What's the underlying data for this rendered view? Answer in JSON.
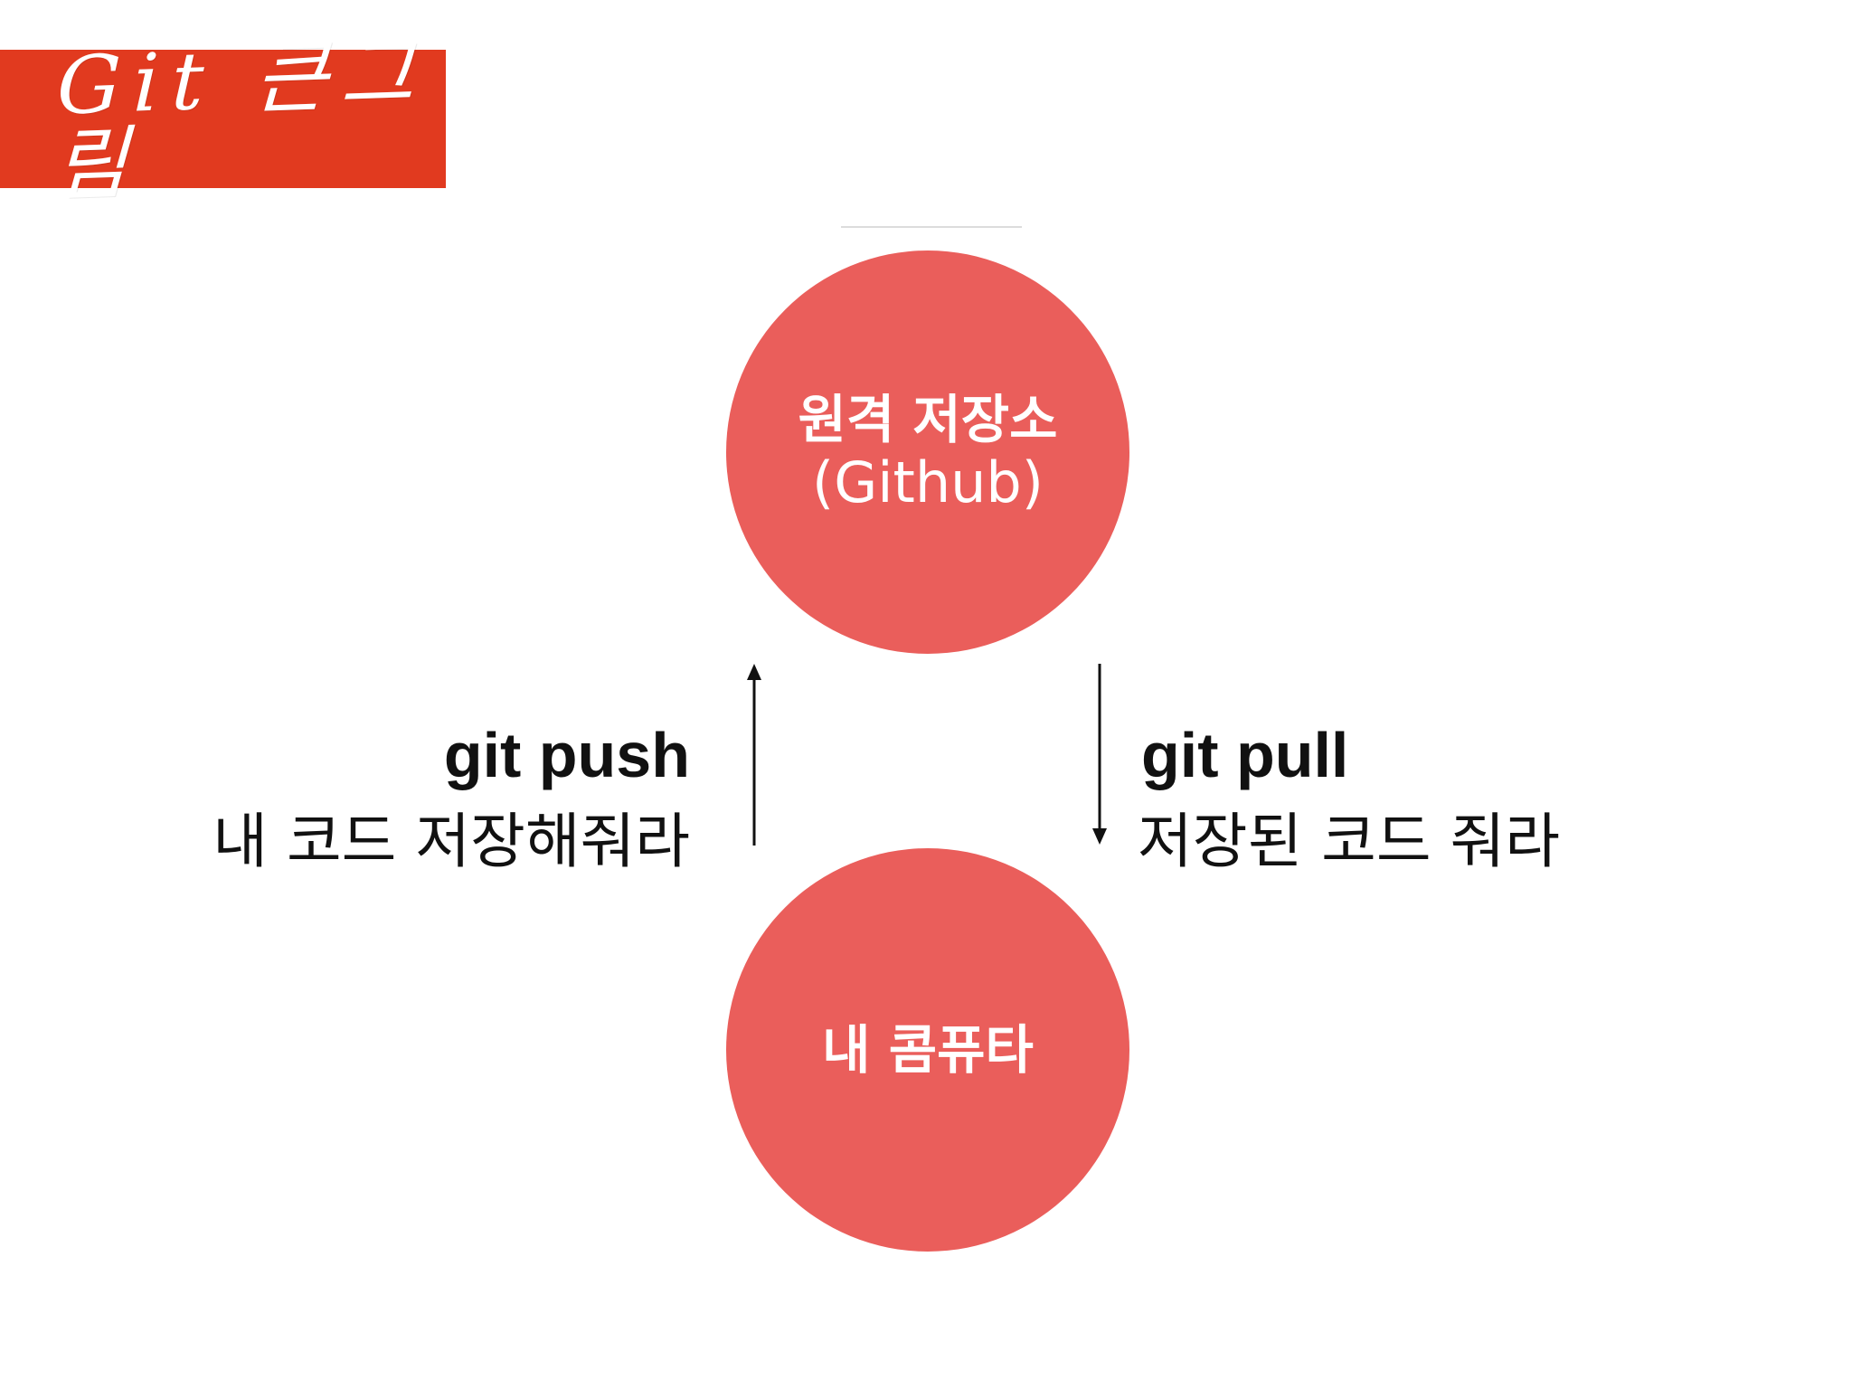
{
  "title": "Git 큰그림",
  "remote": {
    "label": "원격 저장소",
    "sublabel": "(Github)"
  },
  "local": {
    "label": "내 콤퓨타"
  },
  "push": {
    "command": "git push",
    "description": "내 코드 저장해줘라"
  },
  "pull": {
    "command": "git pull",
    "description": "저장된 코드 줘라"
  },
  "colors": {
    "banner": "#e13a1f",
    "node": "#ea5e5b",
    "text": "#111111"
  }
}
